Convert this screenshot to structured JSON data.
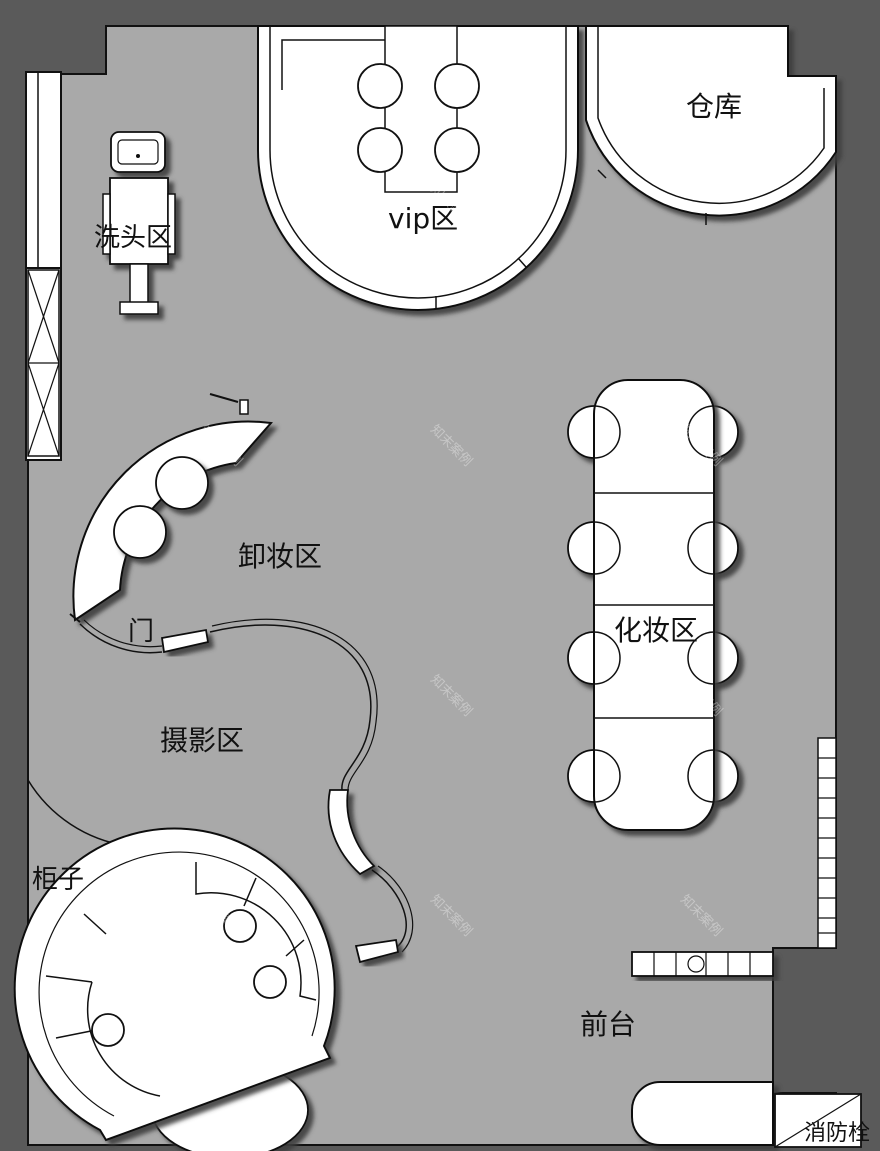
{
  "colors": {
    "wall": "#5a5a5a",
    "floor": "#a9a9a9",
    "furniture": "#ffffff",
    "outline": "#111111",
    "shadow": "#3c3c3c"
  },
  "labels": {
    "vip": "vip区",
    "storage": "仓库",
    "wash": "洗头区",
    "removal": "卸妆区",
    "door": "门",
    "makeup": "化妆区",
    "photo": "摄影区",
    "cabinet": "柜子",
    "reception": "前台",
    "hydrant": "消防栓"
  },
  "watermark": "知末案例"
}
